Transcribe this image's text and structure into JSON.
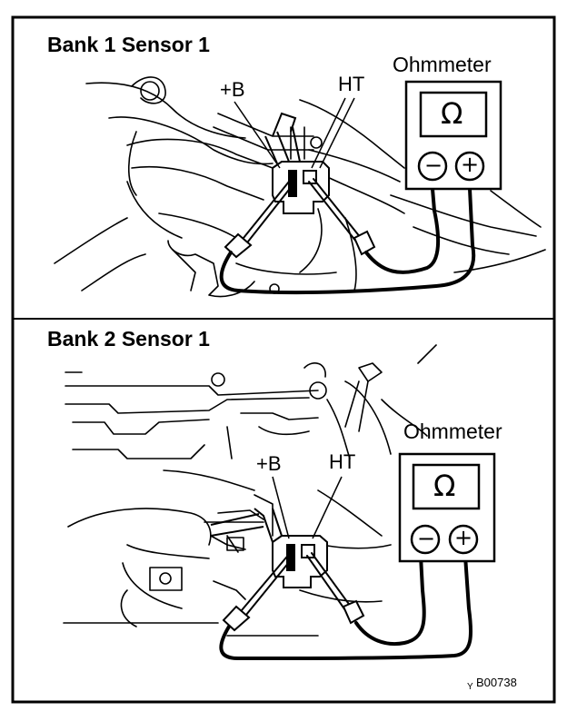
{
  "colors": {
    "ink": "#000000",
    "paper": "#ffffff"
  },
  "panels": [
    {
      "title": "Bank 1 Sensor 1",
      "meter_label": "Ohmmeter",
      "meter_symbol": "Ω",
      "minus": "−",
      "plus": "+",
      "terminal_b": "+B",
      "terminal_ht": "HT"
    },
    {
      "title": "Bank 2 Sensor 1",
      "meter_label": "Ohmmeter",
      "meter_symbol": "Ω",
      "minus": "−",
      "plus": "+",
      "terminal_b": "+B",
      "terminal_ht": "HT"
    }
  ],
  "figure_code": "B00738",
  "figure_mark": "Y"
}
